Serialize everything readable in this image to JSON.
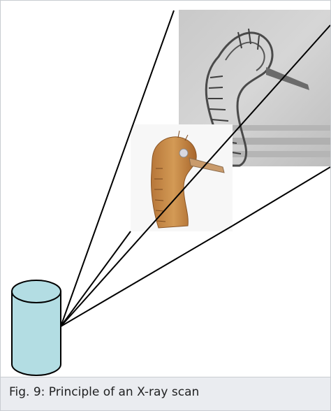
{
  "figure": {
    "caption": "Fig. 9: Principle of an X-ray scan",
    "images": [
      {
        "name": "xray-seahorse-image",
        "description_icon": "xray-seahorse"
      },
      {
        "name": "seahorse-photo-image",
        "description_icon": "seahorse-photo"
      }
    ],
    "shapes": [
      {
        "name": "xray-source-cylinder",
        "color": "#b3dde3"
      }
    ],
    "colors": {
      "beam": "#000000",
      "cylinder_fill": "#b3dde3",
      "caption_bg": "#eaecf0",
      "border": "#c8ccd1"
    }
  }
}
